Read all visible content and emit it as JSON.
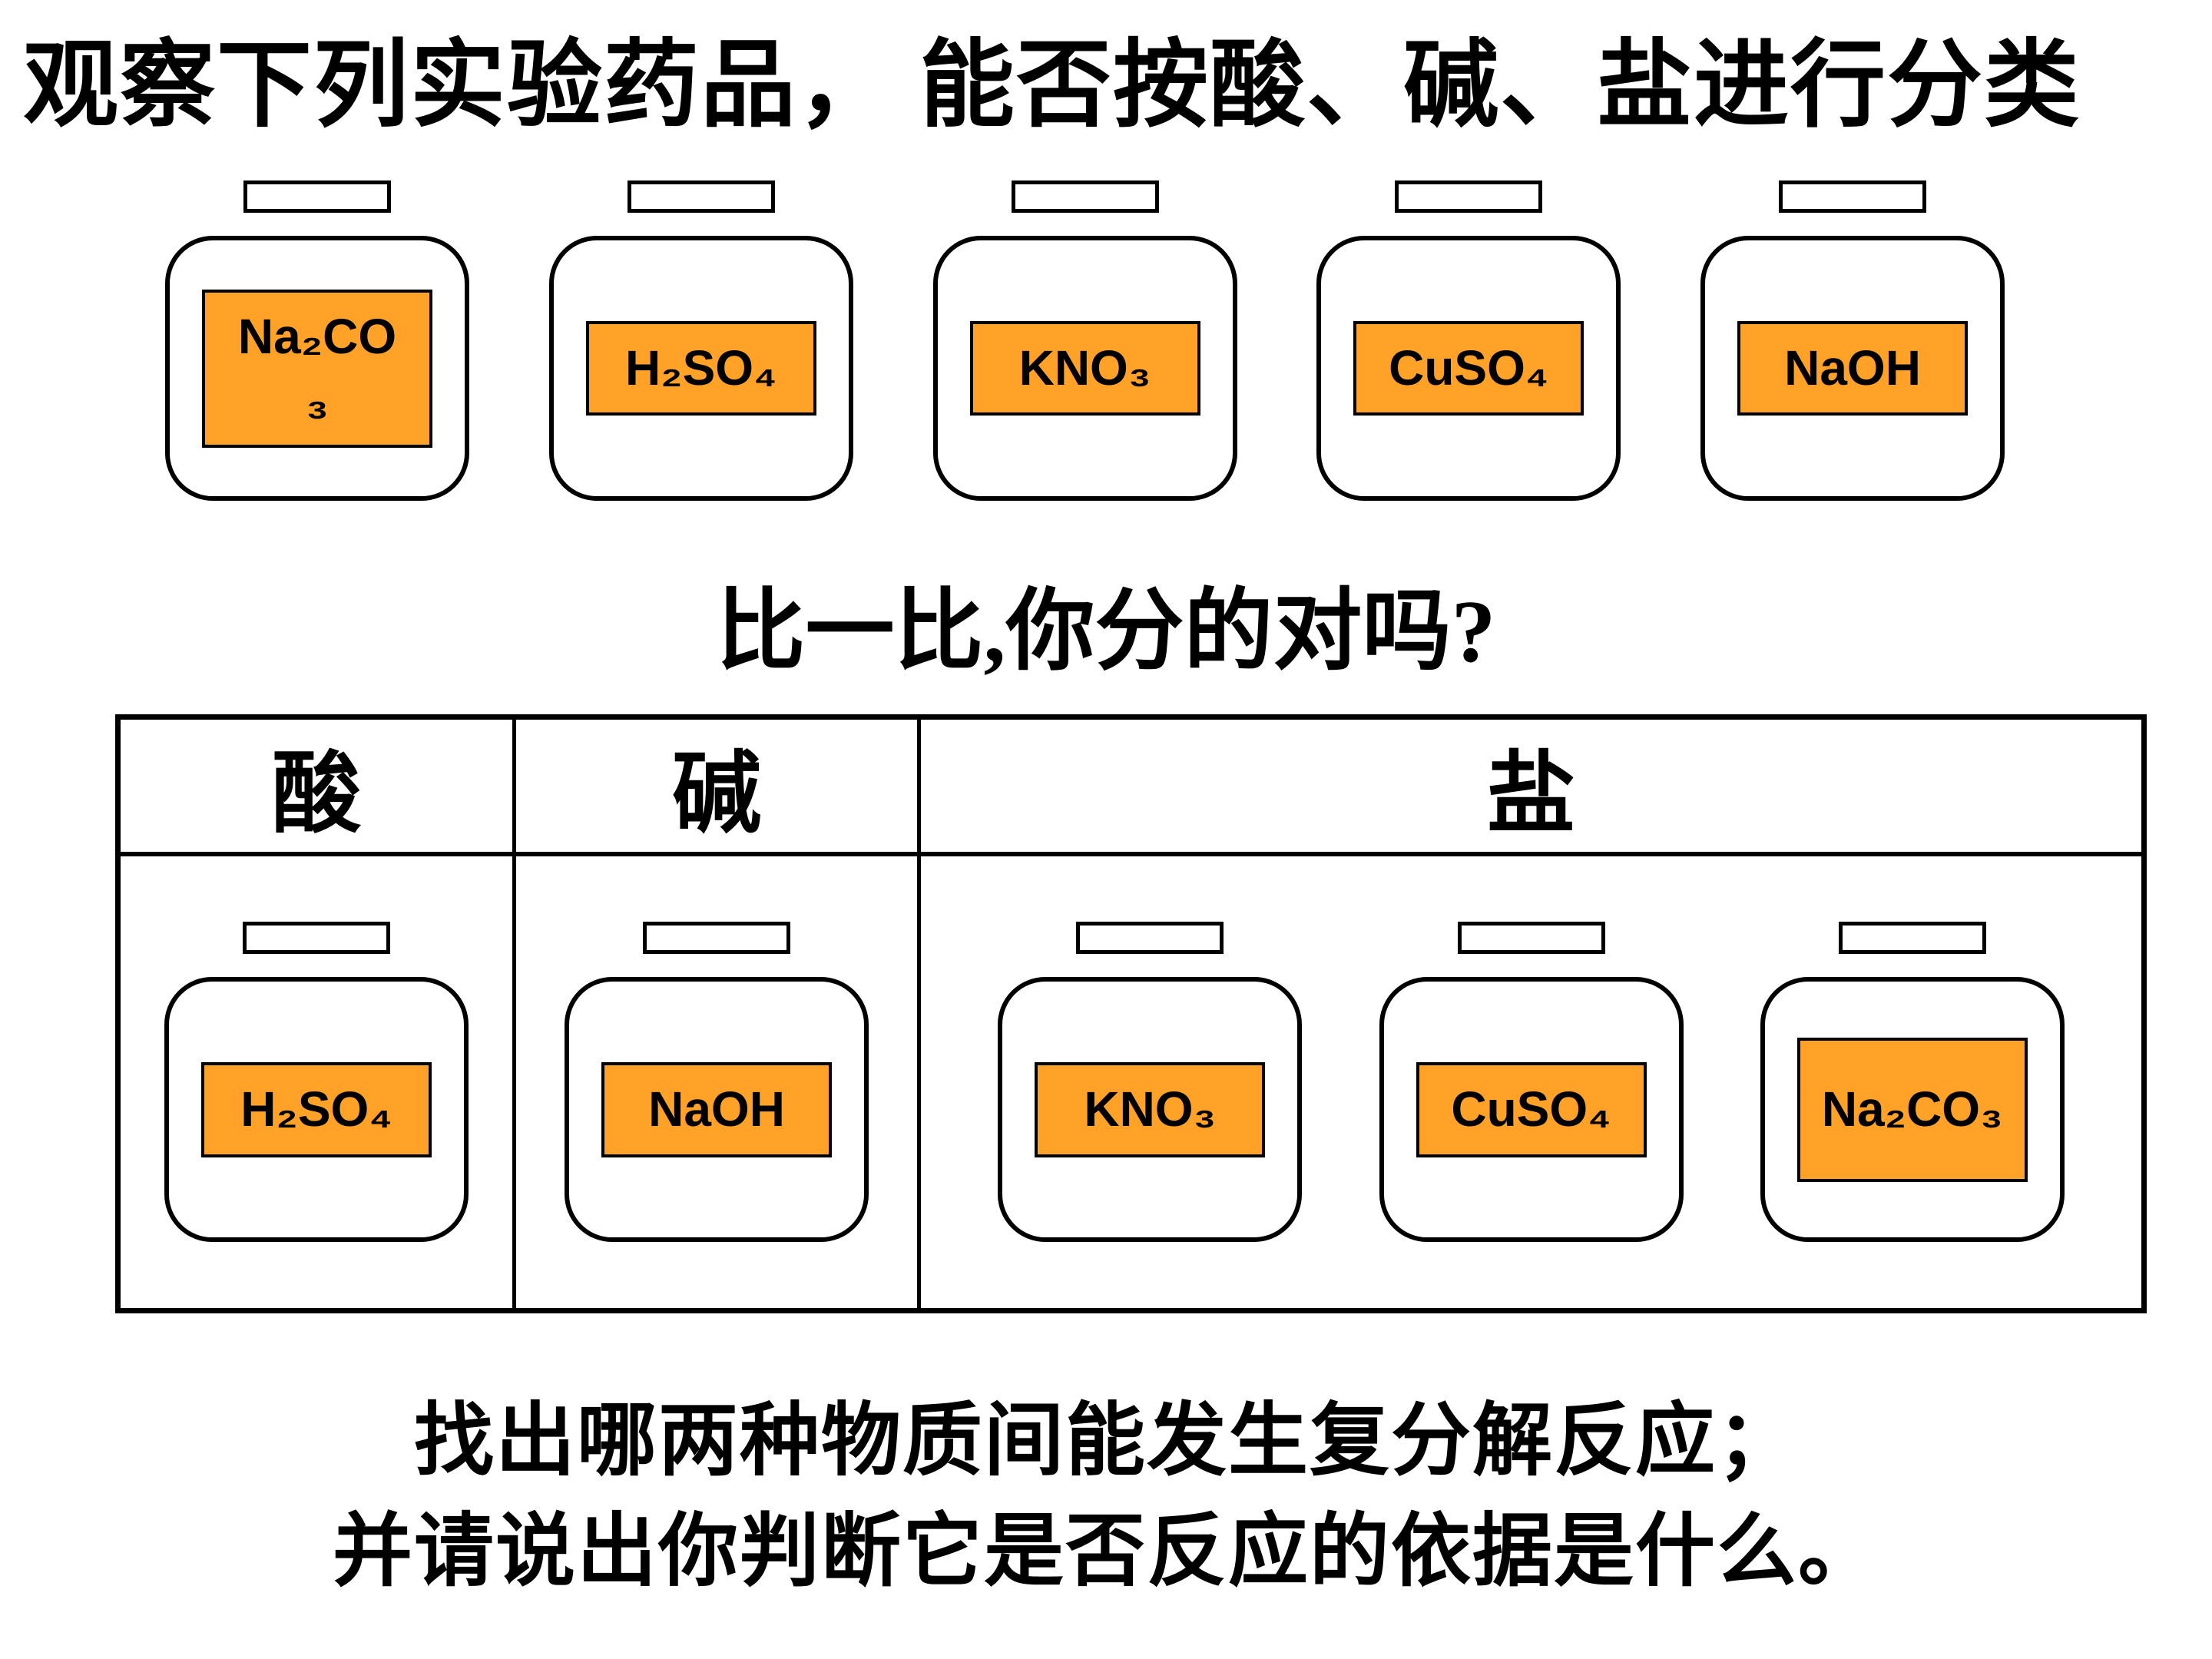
{
  "page": {
    "title": "观察下列实验药品， 能否按酸、碱、盐进行分类",
    "compare_heading": "比一比,你分的对吗?",
    "question_line1": "找出哪两种物质间能发生复分解反应；",
    "question_line2": "并请说出你判断它是否反应的依据是什么。"
  },
  "colors": {
    "label_bg": "#FFA227"
  },
  "top_bottles": [
    {
      "formula": "Na₂CO\n₃"
    },
    {
      "formula": "H₂SO₄"
    },
    {
      "formula": "KNO₃"
    },
    {
      "formula": "CuSO₄"
    },
    {
      "formula": "NaOH"
    }
  ],
  "table": {
    "headers": [
      {
        "label": "酸"
      },
      {
        "label": "碱"
      },
      {
        "label": "盐"
      }
    ],
    "columns": [
      {
        "category": "acid",
        "bottles": [
          {
            "formula": "H₂SO₄"
          }
        ]
      },
      {
        "category": "base",
        "bottles": [
          {
            "formula": "NaOH"
          }
        ]
      },
      {
        "category": "salt",
        "bottles": [
          {
            "formula": "KNO₃"
          },
          {
            "formula": "CuSO₄"
          },
          {
            "formula": "Na₂CO₃"
          }
        ]
      }
    ]
  }
}
